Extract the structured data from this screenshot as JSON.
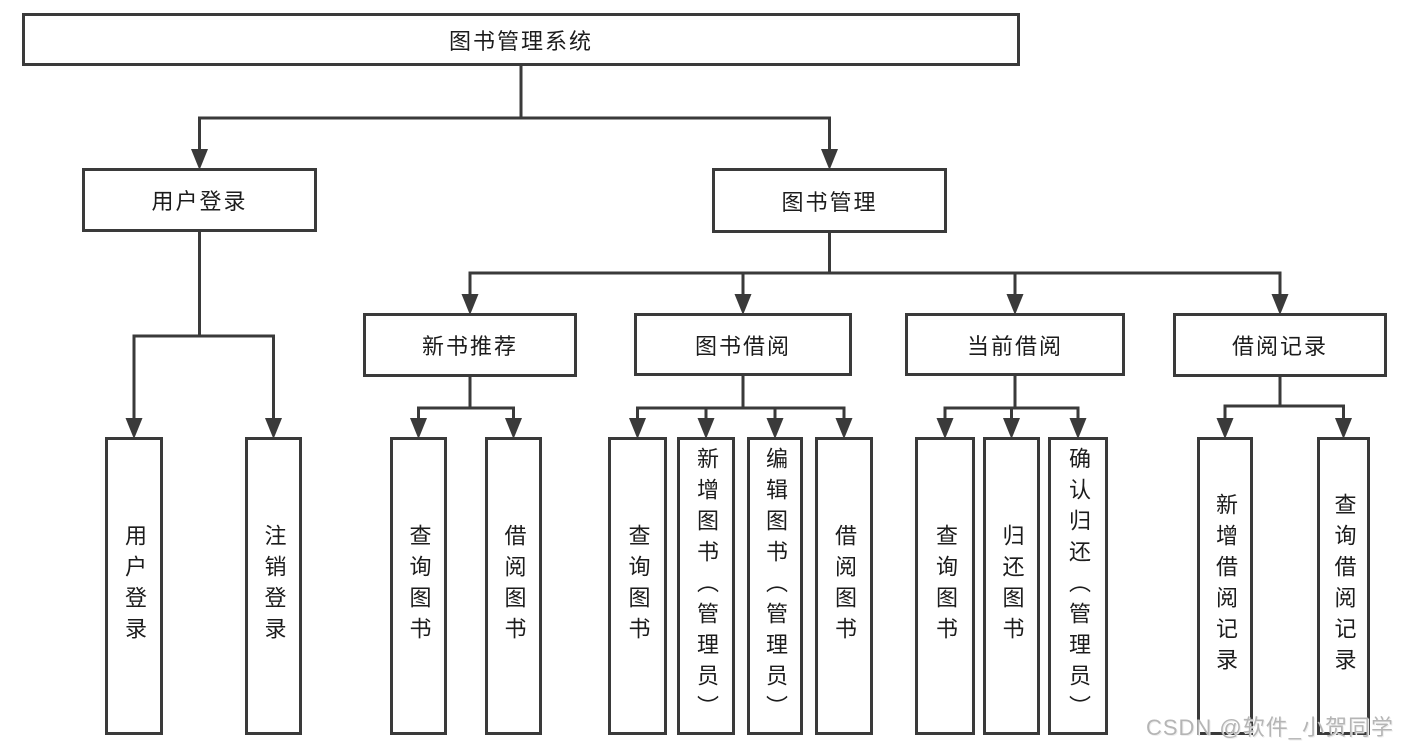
{
  "diagram": {
    "title": "图书管理系统",
    "level2": {
      "user_login": "用户登录",
      "book_mgmt": "图书管理"
    },
    "level3": {
      "new_books": "新书推荐",
      "borrowing": "图书借阅",
      "current": "当前借阅",
      "records": "借阅记录"
    },
    "leaves": {
      "login": "用户登录",
      "logout": "注销登录",
      "rec_query": "查询图书",
      "rec_borrow": "借阅图书",
      "bor_query": "查询图书",
      "bor_add": "新增图书（管理员）",
      "bor_edit": "编辑图书（管理员）",
      "bor_borrow": "借阅图书",
      "cur_query": "查询图书",
      "cur_return": "归还图书",
      "cur_confirm": "确认归还（管理员）",
      "log_add": "新增借阅记录",
      "log_query": "查询借阅记录"
    }
  },
  "watermark": "CSDN @软件_小贺同学",
  "colors": {
    "background": "#ffffff",
    "line": "#3a3a3a",
    "box_border": "#3a3a3a",
    "text": "#1c1c1c",
    "watermark": "#b5b5b5"
  }
}
